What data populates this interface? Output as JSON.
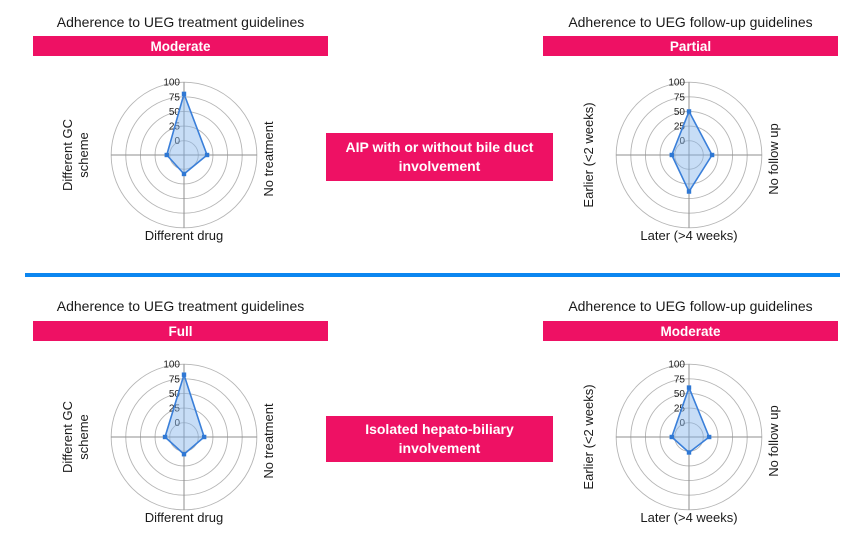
{
  "figure": {
    "background": "#ffffff",
    "description_visible_text_only": true
  },
  "colors": {
    "accent_pink": "#EE1164",
    "divider_blue": "#0C86F0",
    "radar_stroke": "#3A7FD9",
    "radar_fill": "rgba(130,180,235,0.45)",
    "radar_marker": "#2F78D4",
    "grid": "#B5B5B5",
    "axis": "#8F8F8F",
    "text": "#1A1A1A",
    "tick_text": "#222222"
  },
  "group_labels": [
    {
      "lines": [
        "AIP with or without bile duct",
        "involvement"
      ]
    },
    {
      "lines": [
        "Isolated hepato-biliary",
        "involvement"
      ]
    }
  ],
  "chart_data": [
    {
      "type": "radar",
      "position": "top-left",
      "title": "Adherence to UEG treatment guidelines",
      "badge": "Moderate",
      "axes": [
        "",
        "No treatment",
        "Different drug",
        "Different GC scheme"
      ],
      "values": [
        80,
        15,
        8,
        5
      ],
      "radial_ticks": [
        0,
        25,
        50,
        75,
        100
      ],
      "rlim": [
        0,
        100
      ],
      "render": {
        "right_label": "No treatment",
        "bottom_label": "Different drug",
        "left_label_lines": [
          "Different GC",
          "scheme"
        ]
      }
    },
    {
      "type": "radar",
      "position": "top-right",
      "title": "Adherence to UEG follow-up guidelines",
      "badge": "Partial",
      "axes": [
        "",
        "No follow up",
        "Later (>4 weeks)",
        "Earlier (<2 weeks)"
      ],
      "values": [
        50,
        15,
        38,
        5
      ],
      "radial_ticks": [
        0,
        25,
        50,
        75,
        100
      ],
      "rlim": [
        0,
        100
      ],
      "render": {
        "right_label": "No follow up",
        "bottom_label": "Later (>4 weeks)",
        "left_label_lines": [
          "Earlier (<2 weeks)"
        ]
      }
    },
    {
      "type": "radar",
      "position": "bottom-left",
      "title": "Adherence to UEG treatment guidelines",
      "badge": "Full",
      "axes": [
        "",
        "No treatment",
        "Different drug",
        "Different GC scheme"
      ],
      "values": [
        82,
        10,
        5,
        8
      ],
      "radial_ticks": [
        0,
        25,
        50,
        75,
        100
      ],
      "rlim": [
        0,
        100
      ],
      "render": {
        "right_label": "No treatment",
        "bottom_label": "Different drug",
        "left_label_lines": [
          "Different GC",
          "scheme"
        ]
      }
    },
    {
      "type": "radar",
      "position": "bottom-right",
      "title": "Adherence to UEG follow-up guidelines",
      "badge": "Moderate",
      "axes": [
        "",
        "No follow up",
        "Later (>4 weeks)",
        "Earlier (<2 weeks)"
      ],
      "values": [
        60,
        10,
        2,
        5
      ],
      "radial_ticks": [
        0,
        25,
        50,
        75,
        100
      ],
      "rlim": [
        0,
        100
      ],
      "render": {
        "right_label": "No follow up",
        "bottom_label": "Later (>4 weeks)",
        "left_label_lines": [
          "Earlier (<2 weeks)"
        ]
      }
    }
  ]
}
